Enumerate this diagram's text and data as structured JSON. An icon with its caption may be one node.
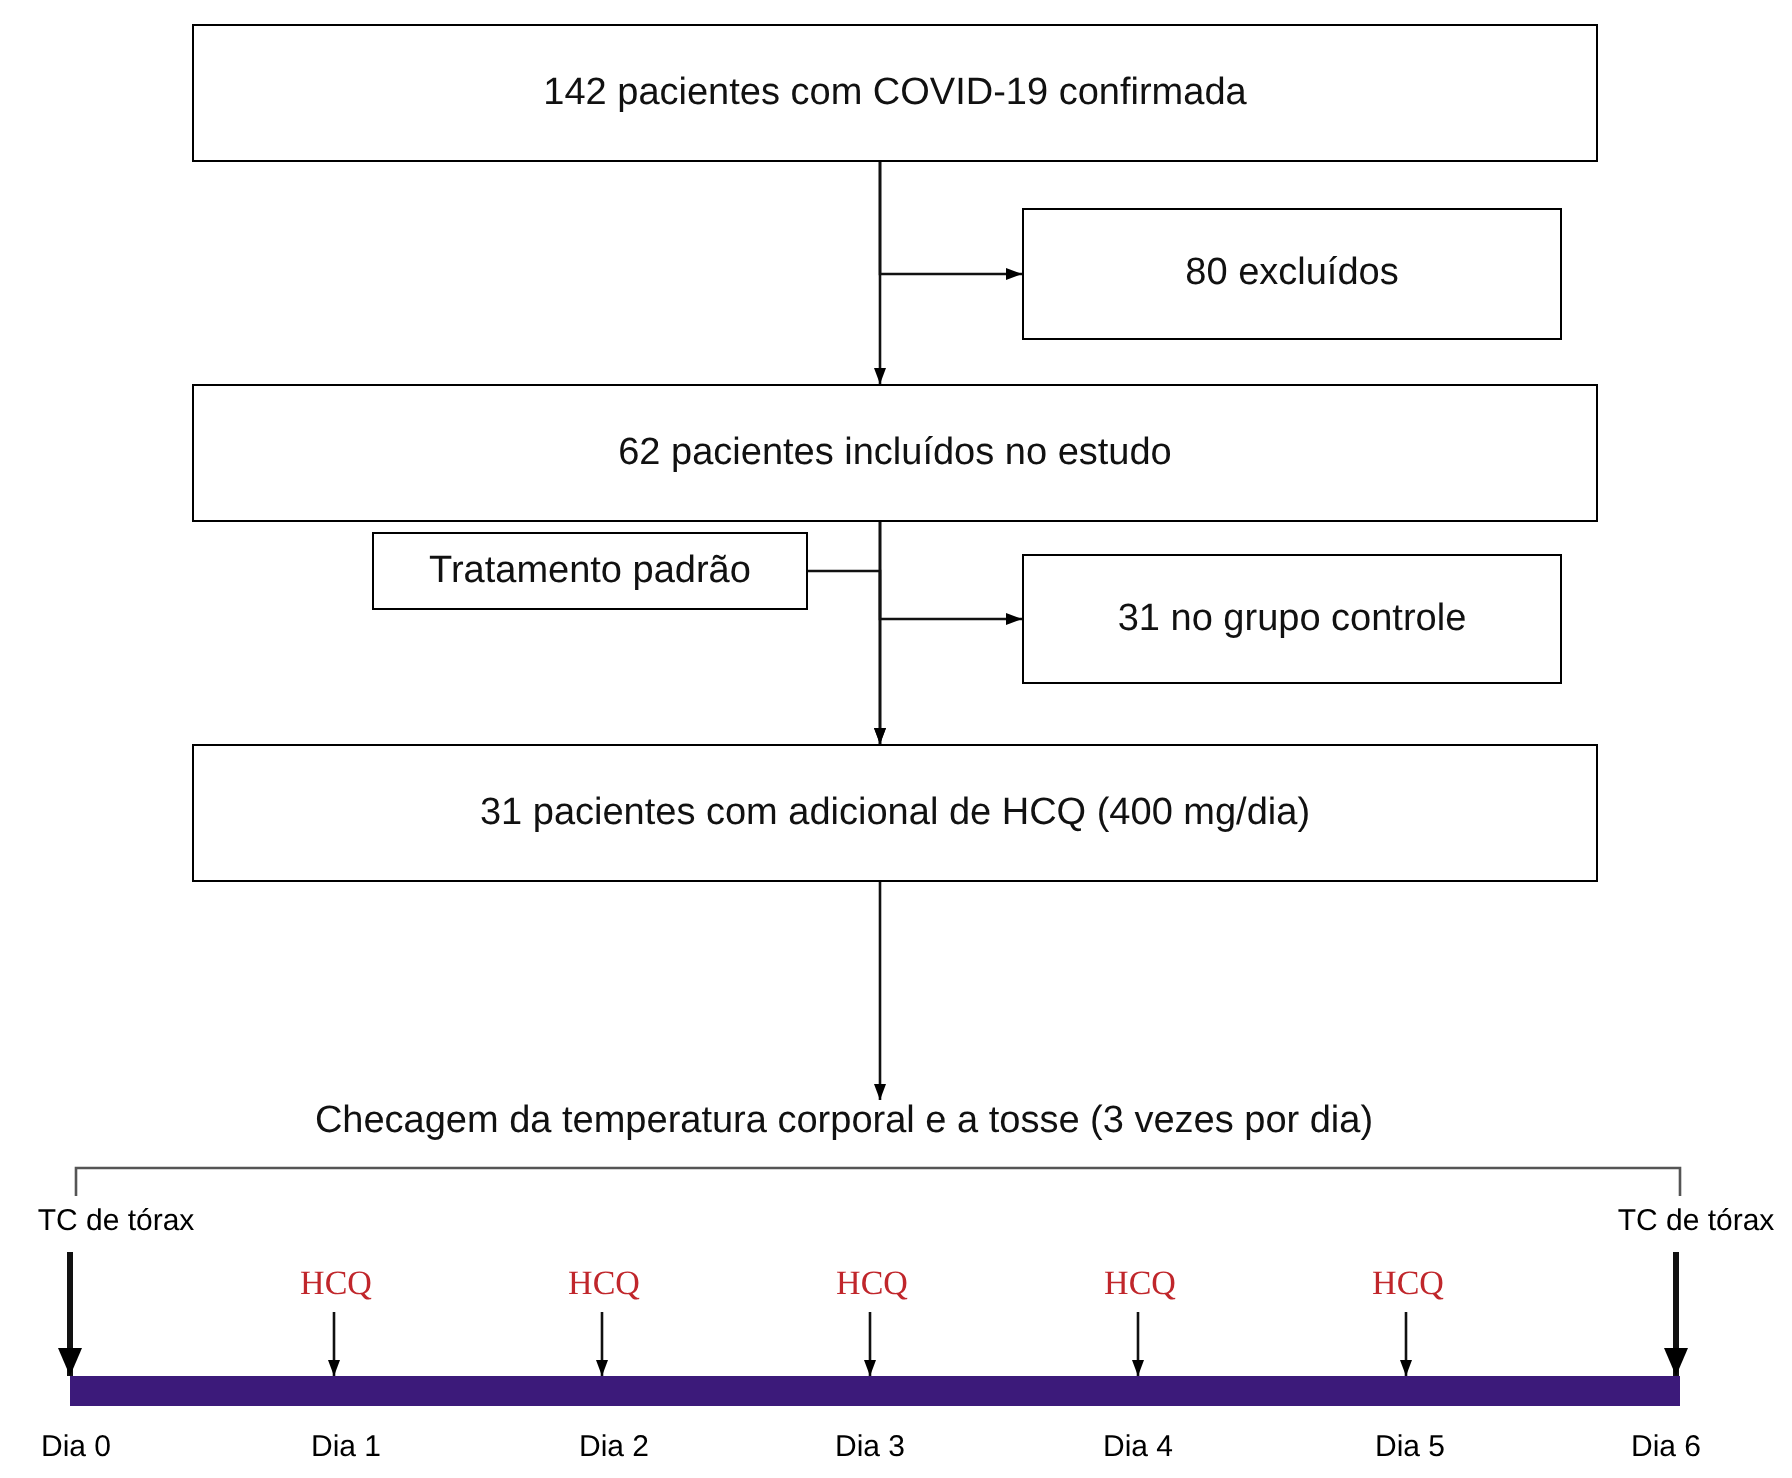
{
  "diagram": {
    "nodes": [
      {
        "text": [
          "142 pacientes com COVID-19 confirmada"
        ]
      },
      {
        "text": [
          "80 excluídos"
        ]
      },
      {
        "text": [
          "62 pacientes incluídos no estudo"
        ]
      },
      {
        "text": [
          "Tratamento padrão"
        ]
      },
      {
        "text": [
          "31 no grupo controle"
        ]
      },
      {
        "text": [
          "31 pacientes com adicional de HCQ (400 mg/dia)"
        ]
      },
      {
        "text": [
          "Checagem da temperatura corporal e a tosse (3 vezes por dia)"
        ]
      },
      {
        "text": [
          "TC de tórax"
        ]
      },
      {
        "text": [
          "HCQ"
        ]
      },
      {
        "text": [
          "HCQ"
        ]
      },
      {
        "text": [
          "HCQ"
        ]
      },
      {
        "text": [
          "HCQ"
        ]
      },
      {
        "text": [
          "HCQ"
        ]
      },
      {
        "text": [
          "TC de tórax"
        ]
      },
      {
        "text": [],
        "shape": "bar"
      }
    ],
    "edges": [
      {
        "from": 0,
        "to": 2,
        "arrow": "to"
      },
      {
        "from": 0,
        "to": 1,
        "arrow": "to"
      },
      {
        "from": 3,
        "to": 5,
        "arrow": "to"
      },
      {
        "from": 2,
        "to": 4,
        "arrow": "to"
      },
      {
        "from": 2,
        "to": 5,
        "arrow": "to"
      },
      {
        "from": 5,
        "to": 6,
        "arrow": "to"
      },
      {
        "from": 7,
        "to": 14,
        "arrow": "to",
        "style": "thick"
      },
      {
        "from": 8,
        "to": 14,
        "arrow": "to"
      },
      {
        "from": 9,
        "to": 14,
        "arrow": "to"
      },
      {
        "from": 10,
        "to": 14,
        "arrow": "to"
      },
      {
        "from": 11,
        "to": 14,
        "arrow": "to"
      },
      {
        "from": 12,
        "to": 14,
        "arrow": "to"
      },
      {
        "from": 13,
        "to": 14,
        "arrow": "to",
        "style": "thick"
      }
    ],
    "labels": [
      "Dia 0",
      "Dia 1",
      "Dia 2",
      "Dia 3",
      "Dia 4",
      "Dia 5",
      "Dia 6"
    ]
  }
}
